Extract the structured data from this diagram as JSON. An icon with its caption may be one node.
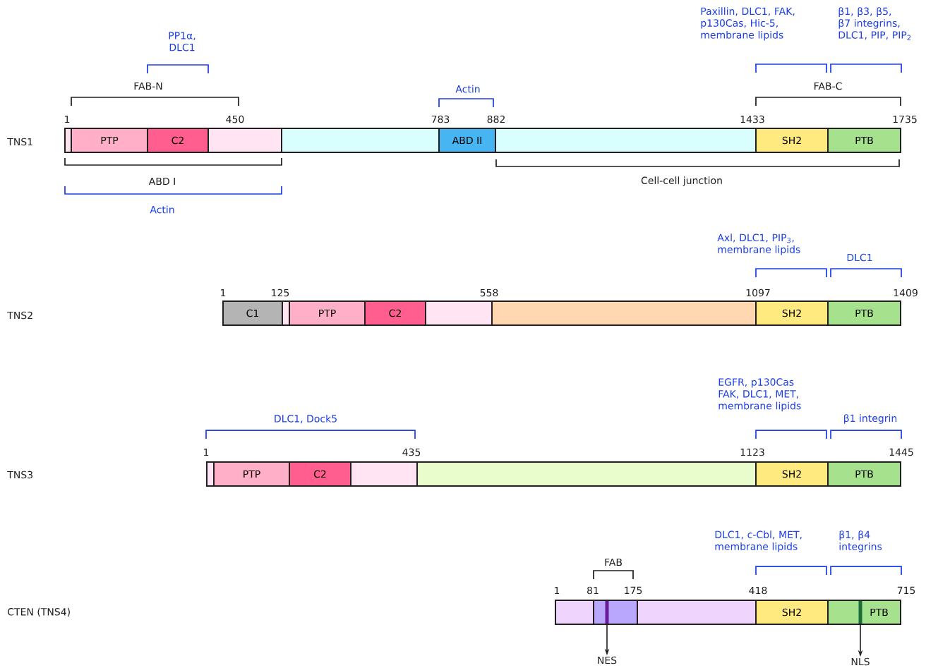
{
  "diagram": {
    "nodes": [
      {
        "text": [],
        "shape": "box"
      },
      {
        "text": [
          "PTP"
        ]
      },
      {
        "text": [
          "C2"
        ]
      },
      {
        "text": [],
        "shape": "box"
      },
      {
        "text": [],
        "shape": "box"
      },
      {
        "text": [
          "ABD II"
        ]
      },
      {
        "text": [],
        "shape": "box"
      },
      {
        "text": [
          "SH2"
        ]
      },
      {
        "text": [
          "PTB"
        ]
      },
      {
        "text": [
          "C1"
        ]
      },
      {
        "text": [],
        "shape": "box"
      },
      {
        "text": [
          "PTP"
        ]
      },
      {
        "text": [
          "C2"
        ]
      },
      {
        "text": [],
        "shape": "box"
      },
      {
        "text": [],
        "shape": "box"
      },
      {
        "text": [
          "SH2"
        ]
      },
      {
        "text": [
          "PTB"
        ]
      },
      {
        "text": [],
        "shape": "box"
      },
      {
        "text": [
          "PTP"
        ]
      },
      {
        "text": [
          "C2"
        ]
      },
      {
        "text": [],
        "shape": "box"
      },
      {
        "text": [],
        "shape": "box"
      },
      {
        "text": [
          "SH2"
        ]
      },
      {
        "text": [
          "PTB"
        ]
      },
      {
        "text": [],
        "shape": "box"
      },
      {
        "text": [],
        "shape": "box"
      },
      {
        "text": [],
        "shape": "box"
      },
      {
        "text": [
          "SH2"
        ]
      },
      {
        "text": [
          "PTB"
        ]
      },
      {
        "text": [],
        "shape": "bar",
        "in": 25
      },
      {
        "text": [],
        "shape": "bar",
        "in": 28
      },
      {
        "text": [
          "NES"
        ]
      },
      {
        "text": [
          "NLS"
        ]
      }
    ],
    "edges": [
      {
        "from": 29,
        "to": 31,
        "arrow": "to"
      },
      {
        "from": 30,
        "to": 32,
        "arrow": "to"
      }
    ],
    "labels": [
      "Paxillin, DLC1, FAK, p130Cas, Hic-5, membrane lipids",
      "β1, β3, β5, β7 integrins, DLC1, PIP, PIP$_{2}$",
      "PP1α, DLC1",
      "FAB-N",
      "Actin",
      "FAB-C",
      "1",
      "450",
      "783",
      "882",
      "1433",
      "1735",
      "TNS1",
      "ABD I",
      "Cell-cell junction",
      "Actin",
      "Axl, DLC1, PIP$_{3}$, membrane lipids",
      "DLC1",
      "1",
      "125",
      "558",
      "1097",
      "1409",
      "TNS2",
      "EGFR, p130Cas FAK, DLC1, MET, membrane lipids",
      "DLC1, Dock5",
      "β1 integrin",
      "1",
      "435",
      "1123",
      "1445",
      "TNS3",
      "DLC1, c-Cbl, MET, membrane lipids",
      "β1, β4 integrins",
      "FAB",
      "1",
      "81",
      "175",
      "418",
      "715",
      "CTEN (TNS4)"
    ]
  }
}
